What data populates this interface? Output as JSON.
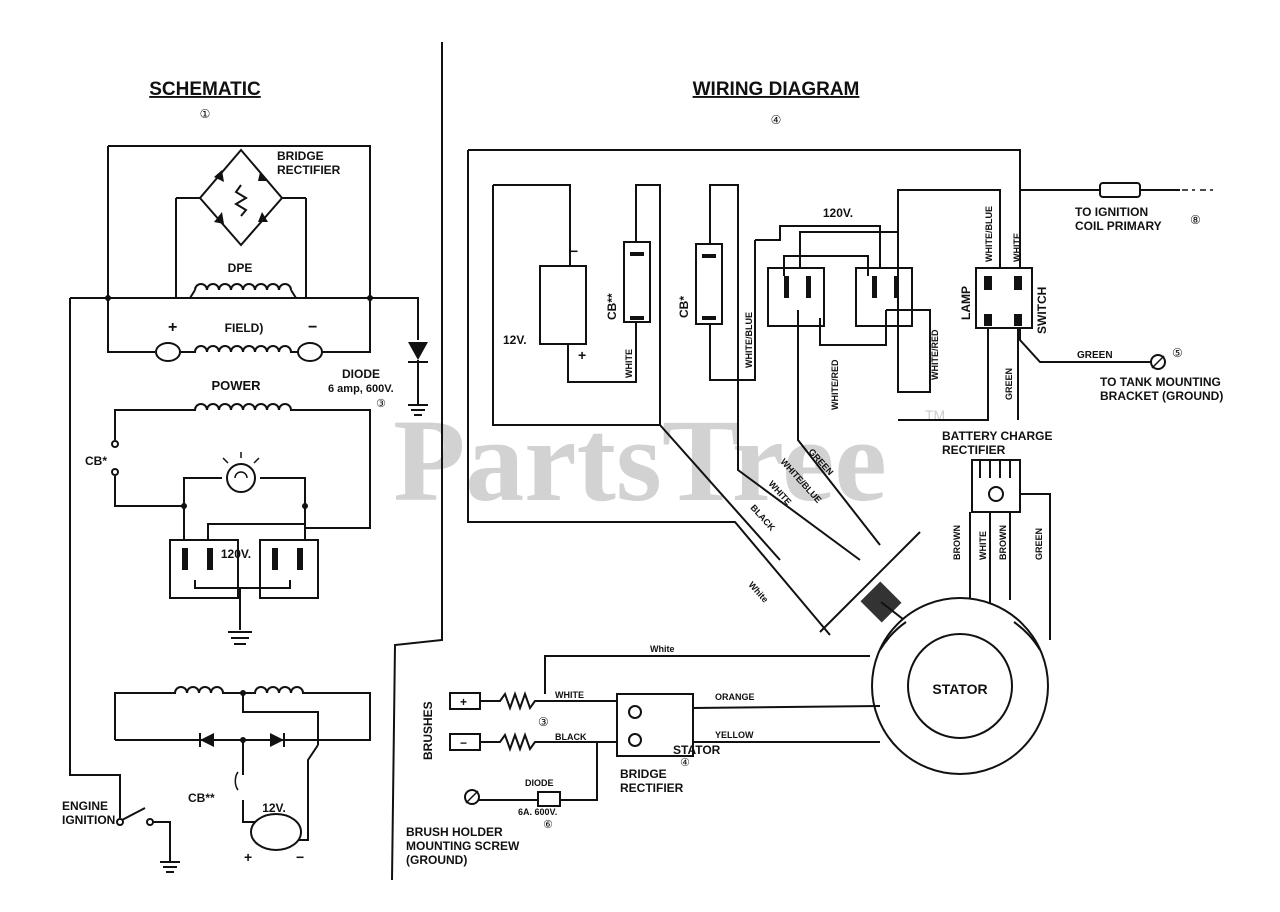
{
  "schematic": {
    "title": "SCHEMATIC",
    "ref": "①",
    "bridge_rectifier_label_1": "BRIDGE",
    "bridge_rectifier_label_2": "RECTIFIER",
    "dpe_label": "DPE",
    "field_label": "FIELD)",
    "plus": "+",
    "minus": "−",
    "diode_label_1": "DIODE",
    "diode_label_2": "6 amp, 600V.",
    "diode_ref": "③",
    "power_label": "POWER",
    "cb_label": "CB*",
    "receptacle_label": "120V.",
    "cb2_label": "CB**",
    "dc_label": "12V.",
    "engine_label_1": "ENGINE",
    "engine_label_2": "IGNITION"
  },
  "wiring": {
    "title": "WIRING DIAGRAM",
    "ref": "④",
    "label_12v": "12V.",
    "label_120v": "120V.",
    "cb2": "CB**",
    "cb1": "CB*",
    "lamp": "LAMP",
    "switch": "SWITCH",
    "ignition_1": "TO IGNITION",
    "ignition_2": "COIL PRIMARY",
    "ignition_ref": "⑧",
    "ground_1": "TO TANK MOUNTING",
    "ground_2": "BRACKET (GROUND)",
    "ground_ref": "⑤",
    "batt_rect_1": "BATTERY CHARGE",
    "batt_rect_2": "RECTIFIER",
    "stator": "STATOR",
    "brushes": "BRUSHES",
    "bridge_1": "BRIDGE",
    "bridge_2": "RECTIFIER",
    "bridge_ref": "④",
    "brush_ref": "③",
    "diode": "DIODE",
    "diode_spec": "6A. 600V.",
    "diode_ref": "⑥",
    "screw_1": "BRUSH HOLDER",
    "screw_2": "MOUNTING SCREW",
    "screw_3": "(GROUND)",
    "watermark": "PartsTree",
    "tm": "TM",
    "wires": {
      "white": "WHITE",
      "white_blue": "WHITE/BLUE",
      "white_red": "WHITE/RED",
      "green": "GREEN",
      "black": "BLACK",
      "brown": "BROWN",
      "orange": "ORANGE",
      "yellow": "YELLOW",
      "white_lower": "White"
    }
  }
}
